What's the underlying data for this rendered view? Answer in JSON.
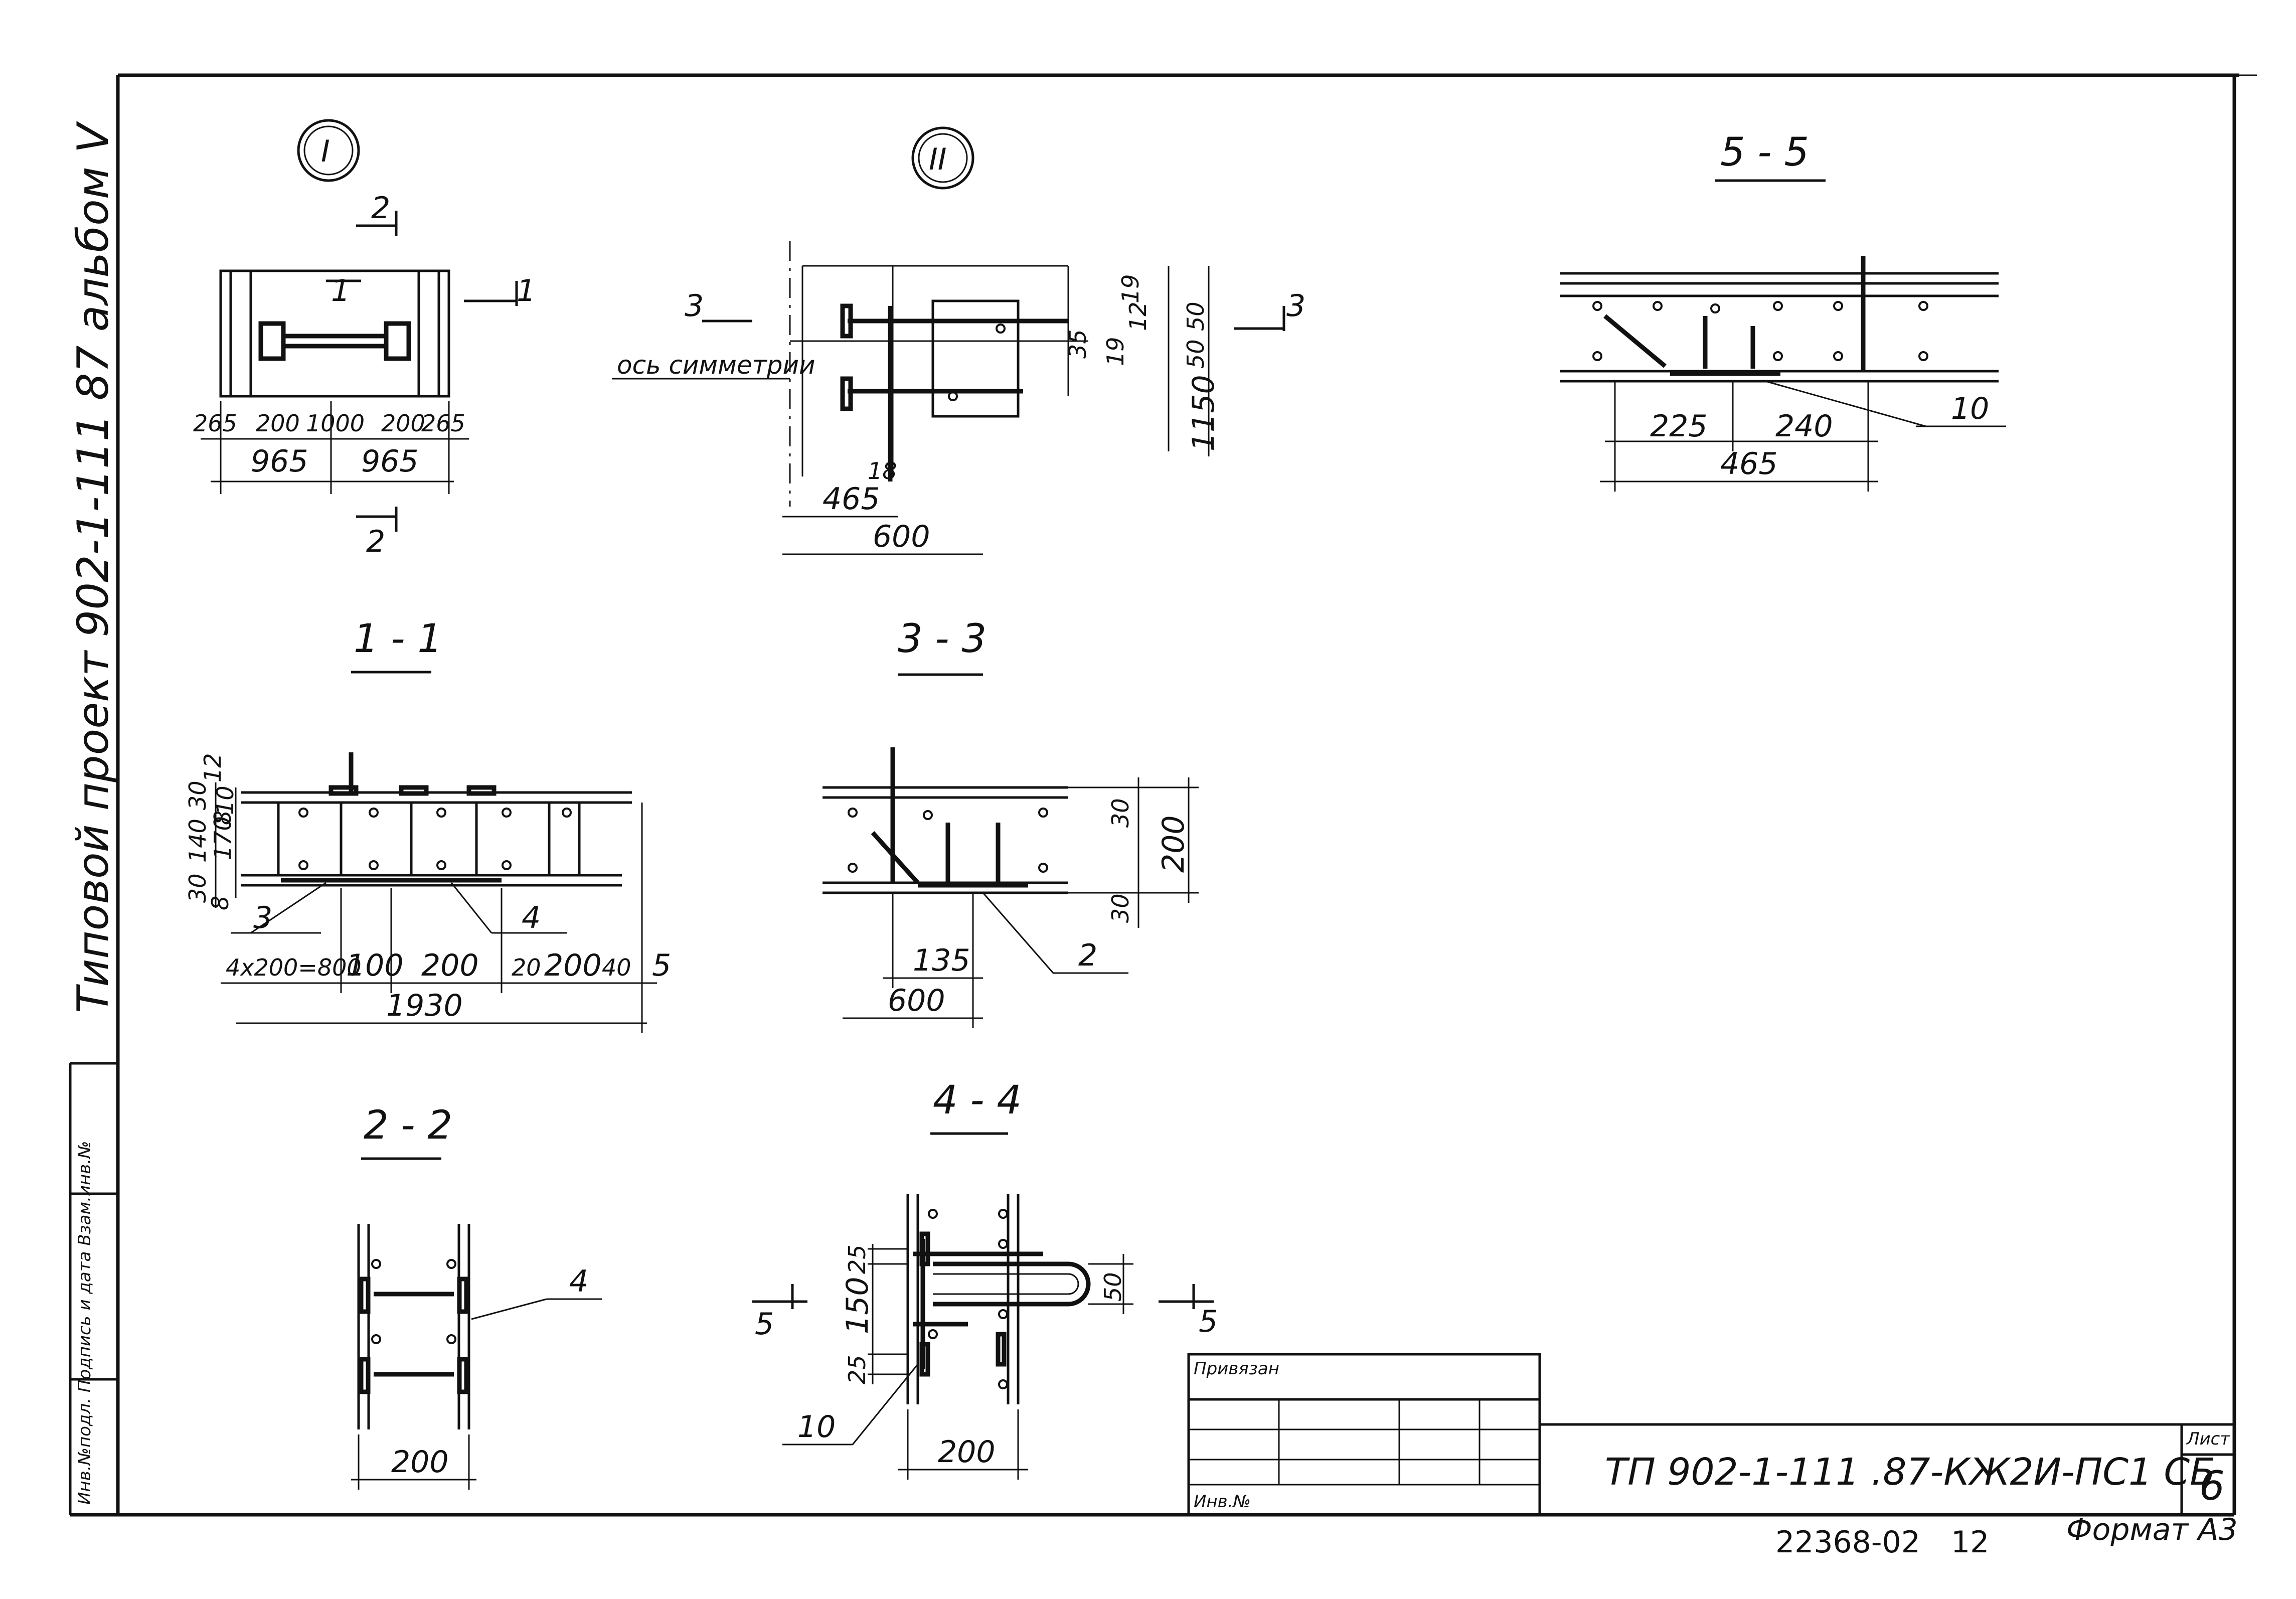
{
  "side_strip": {
    "title_line": "Типовой проект  902-1-111  87  альбом V",
    "stamp_label": "Инв.№подл. Подпись и дата Взам.инв.№"
  },
  "views": {
    "node_I": {
      "marker": "I",
      "cut_2": "2",
      "cut_1": "1",
      "dims_row": [
        "265",
        "200",
        "1000",
        "200",
        "265"
      ],
      "dims_total": [
        "965",
        "965"
      ]
    },
    "node_II": {
      "marker": "II",
      "cut_3": "3",
      "axis_label": "ось симметрии",
      "dims_right": [
        "19",
        "12",
        "35",
        "19",
        "50",
        "50",
        "1150"
      ],
      "dim_18": "18",
      "dim_465": "465",
      "dim_600": "600"
    },
    "sec_5_5": {
      "title": "5 - 5",
      "dims": [
        "225",
        "240",
        "465"
      ],
      "callout": "10"
    },
    "sec_1_1": {
      "title": "1 - 1",
      "dims_left": [
        "12",
        "30",
        "10",
        "140",
        "170",
        "8",
        "30",
        "8"
      ],
      "dims_bottom": [
        "4x200=800",
        "100",
        "200",
        "20",
        "200",
        "40",
        "5"
      ],
      "dim_total": "1930",
      "callouts": [
        "3",
        "4"
      ]
    },
    "sec_3_3": {
      "title": "3 - 3",
      "dims": [
        "30",
        "200",
        "30",
        "135",
        "600"
      ],
      "callout": "2"
    },
    "sec_2_2": {
      "title": "2 - 2",
      "dim": "200",
      "callout": "4"
    },
    "sec_4_4": {
      "title": "4 - 4",
      "dims": [
        "25",
        "150",
        "25",
        "50",
        "200"
      ],
      "cut": "5",
      "callout": "10"
    }
  },
  "title_block": {
    "bound_label": "Привязан",
    "inv_label": "Инв.№",
    "doc_code": "ТП 902-1-111 .87-КЖ2И-ПС1 СБ",
    "sheet_label": "Лист",
    "sheet_number": "6"
  },
  "footer": {
    "order_number": "22368-02",
    "copy_number": "12",
    "format_label": "Формат А3"
  }
}
